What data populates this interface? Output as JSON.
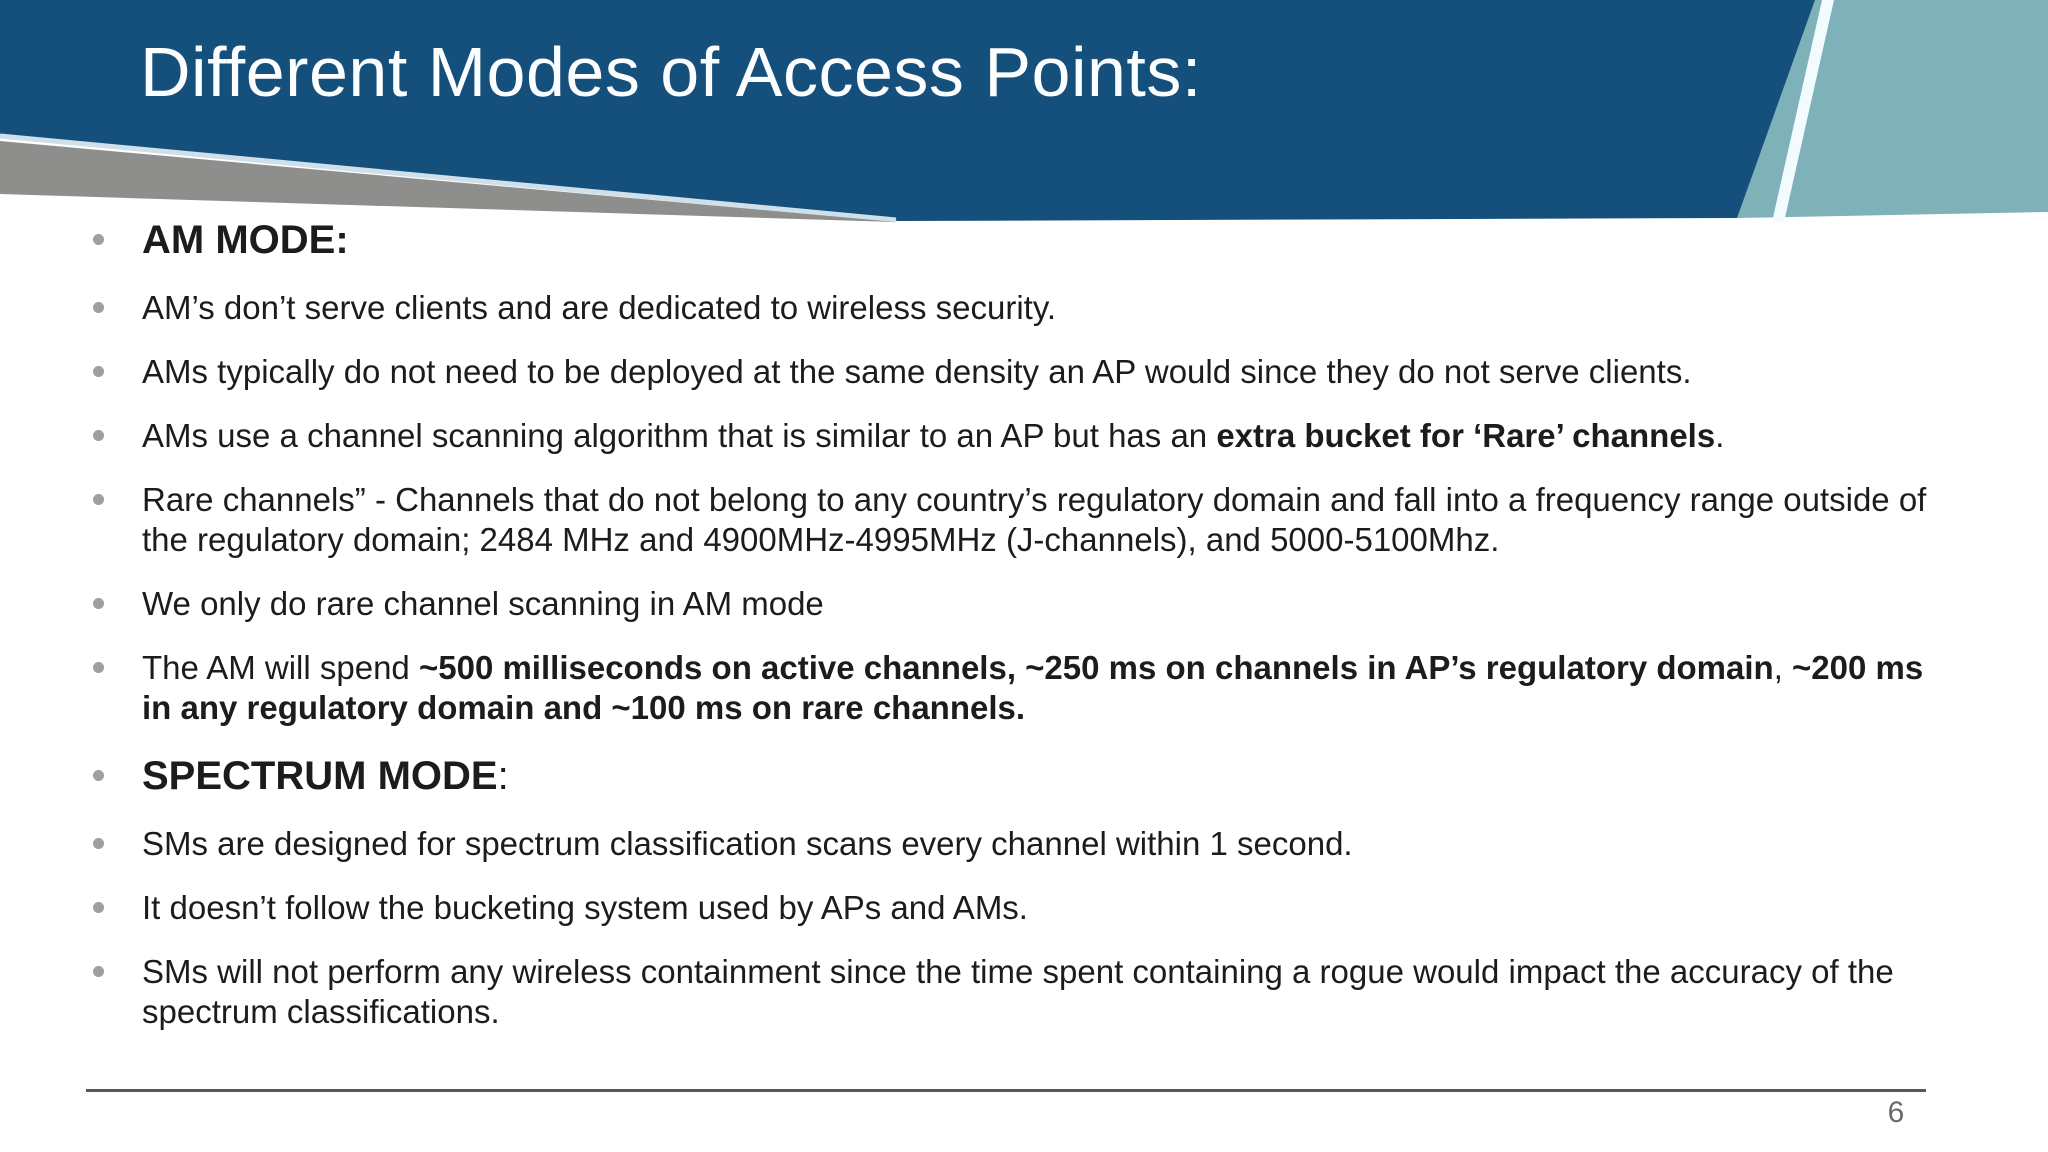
{
  "slide": {
    "title": "Different Modes of Access Points:",
    "page_number": "6",
    "bullets": [
      {
        "type": "heading",
        "segments": [
          {
            "text": "AM MODE:",
            "bold": true
          }
        ]
      },
      {
        "type": "item",
        "segments": [
          {
            "text": "AM’s don’t serve clients and are dedicated to wireless security.",
            "bold": false
          }
        ]
      },
      {
        "type": "item",
        "segments": [
          {
            "text": "AMs typically do not need to be deployed at the same density an AP would since they do not serve clients.",
            "bold": false
          }
        ]
      },
      {
        "type": "item",
        "segments": [
          {
            "text": "AMs use a channel scanning algorithm that is similar to an AP but has an ",
            "bold": false
          },
          {
            "text": "extra bucket for ‘Rare’ channels",
            "bold": true
          },
          {
            "text": ".",
            "bold": false
          }
        ]
      },
      {
        "type": "item",
        "segments": [
          {
            "text": "Rare channels” - Channels that do not belong to any country’s regulatory domain and fall into a frequency range outside of the regulatory domain; 2484 MHz and 4900MHz-4995MHz (J-channels), and 5000-5100Mhz.",
            "bold": false
          }
        ]
      },
      {
        "type": "item",
        "segments": [
          {
            "text": "We only do rare channel scanning in AM mode",
            "bold": false
          }
        ]
      },
      {
        "type": "item",
        "segments": [
          {
            "text": "The AM will spend ",
            "bold": false
          },
          {
            "text": "~500 milliseconds on active channels, ~250 ms on channels in AP’s regulatory domain",
            "bold": true
          },
          {
            "text": ", ",
            "bold": false
          },
          {
            "text": "~200 ms in any regulatory domain and ~100 ms on rare channels.",
            "bold": true
          }
        ]
      },
      {
        "type": "heading",
        "segments": [
          {
            "text": "SPECTRUM MODE",
            "bold": true
          },
          {
            "text": ":",
            "bold": false
          }
        ]
      },
      {
        "type": "item",
        "segments": [
          {
            "text": "SMs are designed for spectrum classification scans every channel within 1 second.",
            "bold": false
          }
        ]
      },
      {
        "type": "item",
        "segments": [
          {
            "text": "It doesn’t follow the bucketing system used by APs and AMs.",
            "bold": false
          }
        ]
      },
      {
        "type": "item",
        "segments": [
          {
            "text": "SMs will not perform any wireless containment since the time spent containing a rogue would impact the accuracy of the spectrum classifications.",
            "bold": false
          }
        ]
      }
    ]
  },
  "theme": {
    "header_blue": "#154f7b",
    "corner_teal": "#7fb2b8",
    "ribbon_gray": "#8e8e8c",
    "separator_light": "#cfe0ea",
    "diagonal_line_white": "#f2fbfd",
    "title_color": "#fbfdfe",
    "text_dark": "#1c1c1c",
    "bullet_dot": "#9aa0a4",
    "footer_line": "#58585a",
    "page_number_color": "#6a6a6a",
    "background": "#ffffff"
  }
}
